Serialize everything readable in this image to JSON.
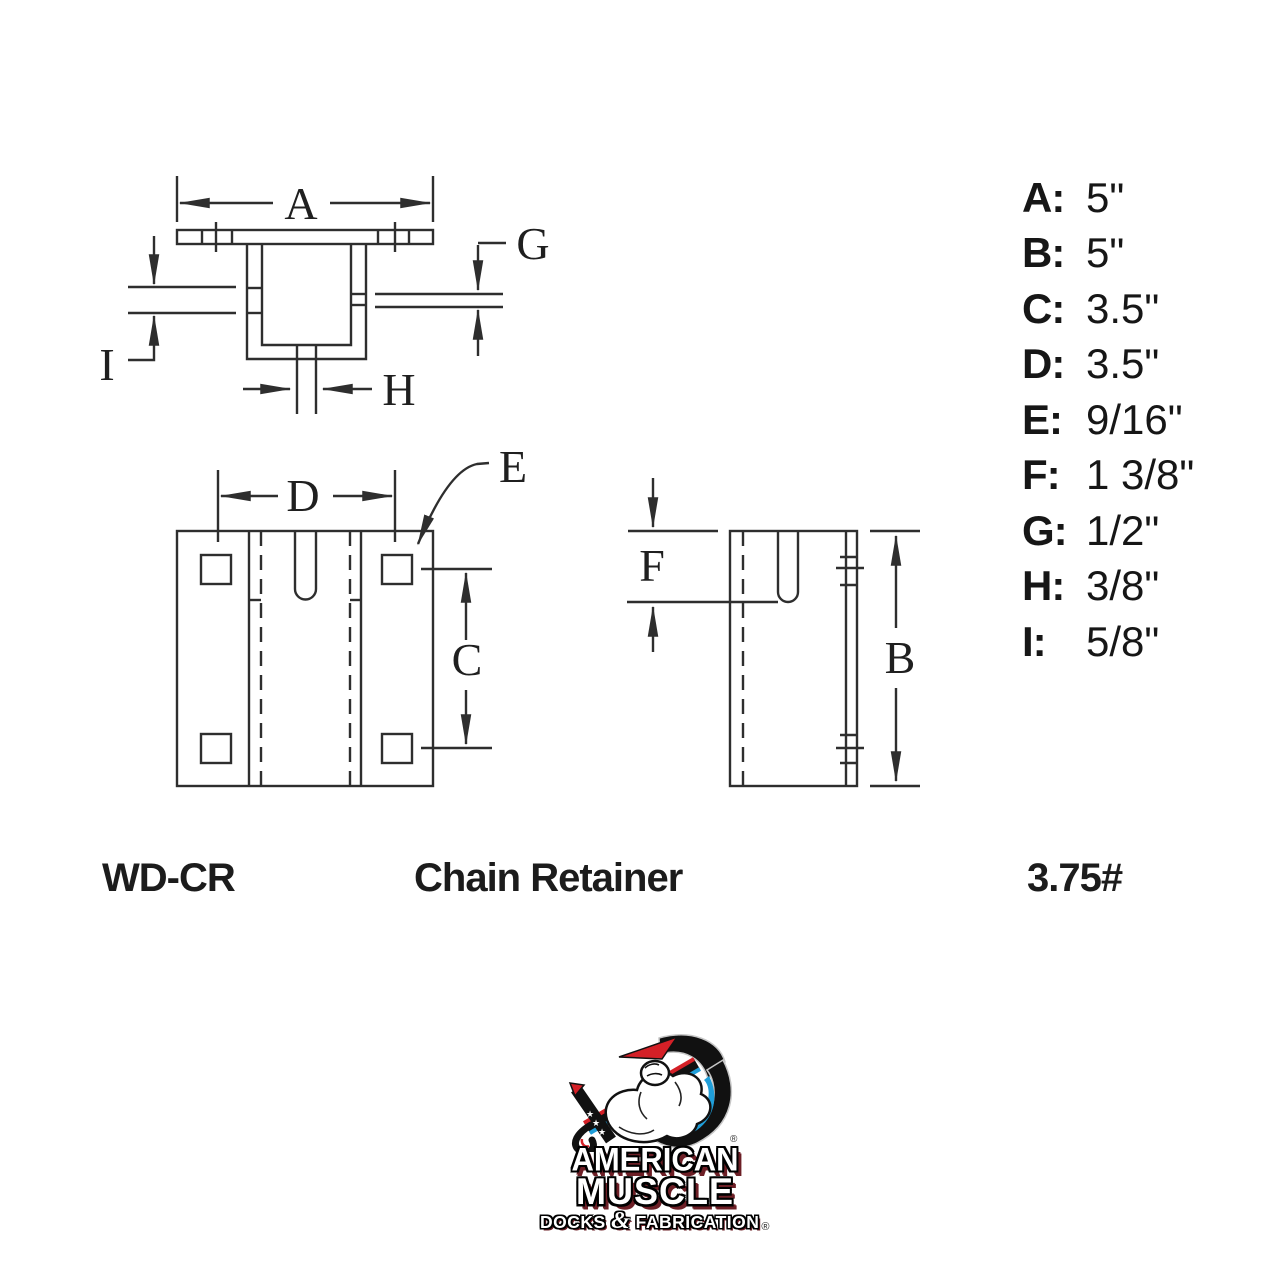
{
  "title_block": {
    "part_number": "WD-CR",
    "product_name": "Chain Retainer",
    "weight": "3.75#"
  },
  "dimension_table": {
    "rows": [
      {
        "label": "A:",
        "value": "5\""
      },
      {
        "label": "B:",
        "value": "5\""
      },
      {
        "label": "C:",
        "value": "3.5\""
      },
      {
        "label": "D:",
        "value": "3.5\""
      },
      {
        "label": "E:",
        "value": "9/16\""
      },
      {
        "label": "F:",
        "value": "1 3/8\""
      },
      {
        "label": "G:",
        "value": "1/2\""
      },
      {
        "label": "H:",
        "value": "3/8\""
      },
      {
        "label": "I:",
        "value": "5/8\""
      }
    ]
  },
  "drawing_labels": {
    "A": "A",
    "B": "B",
    "C": "C",
    "D": "D",
    "E": "E",
    "F": "F",
    "G": "G",
    "H": "H",
    "I": "I"
  },
  "logo": {
    "brand_line1": "AMERICAN",
    "brand_line2": "MUSCLE",
    "tagline_left": "DOCKS",
    "tagline_amp": "&",
    "tagline_right": "FABRICATION",
    "registered_mark": "®"
  },
  "colors": {
    "line": "#2e2e2e",
    "logo_red": "#d42027",
    "logo_blue": "#1f9ed9",
    "logo_maroon": "#6d1f26"
  }
}
